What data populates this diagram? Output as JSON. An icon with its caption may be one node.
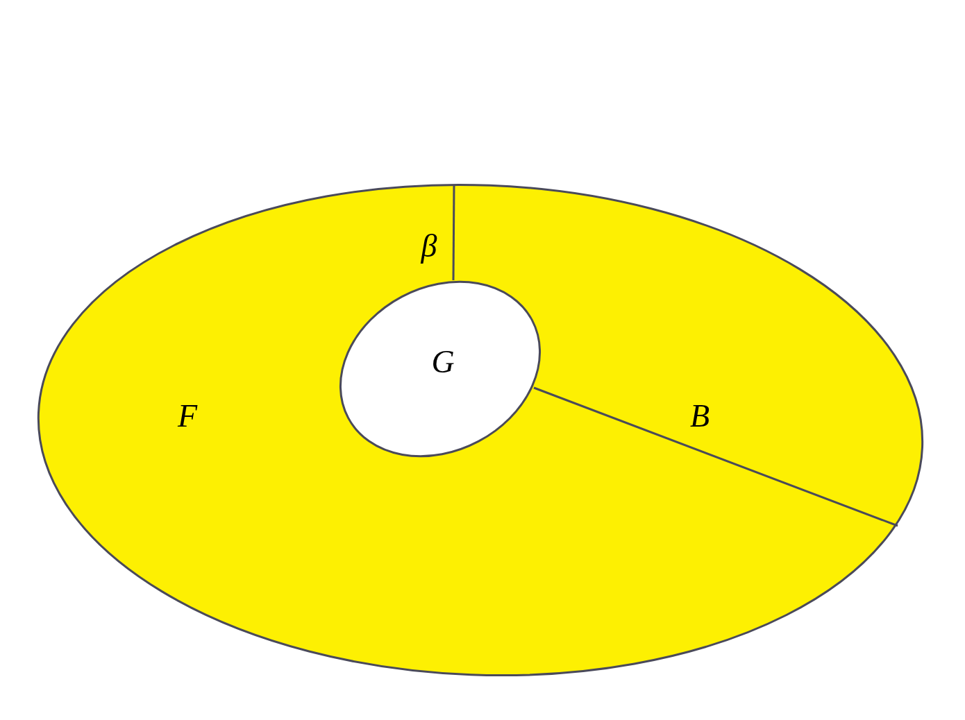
{
  "diagram": {
    "nodes": [
      {
        "text": [
          "β",
          "F",
          "B"
        ]
      },
      {
        "text": [
          "G"
        ],
        "in": 0
      }
    ]
  }
}
